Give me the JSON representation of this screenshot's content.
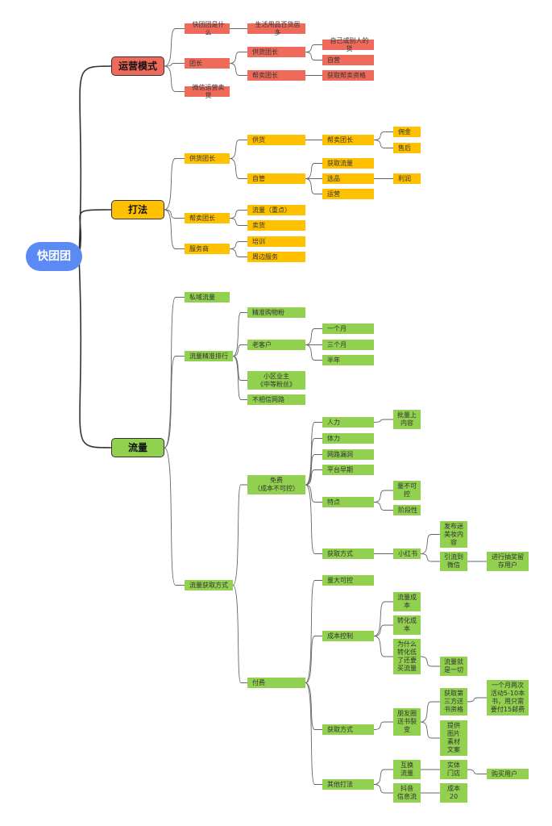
{
  "colors": {
    "root": "#5b8af5",
    "red": "#ef6a5a",
    "orange": "#ffc000",
    "green": "#92d050",
    "line": "#555555"
  },
  "mindmap": {
    "root": "快团团",
    "branches": [
      {
        "label": "运营模式",
        "color": "red",
        "children": [
          {
            "label": "快团团是什么",
            "children": [
              {
                "label": "生活用品百货居多"
              }
            ]
          },
          {
            "label": "团长",
            "children": [
              {
                "label": "供货团长",
                "children": [
                  {
                    "label": "自己或别人的货"
                  },
                  {
                    "label": "自营"
                  }
                ]
              },
              {
                "label": "帮卖团长",
                "children": [
                  {
                    "label": "获取帮卖资格"
                  }
                ]
              }
            ]
          },
          {
            "label": "微信运营卖货"
          }
        ]
      },
      {
        "label": "打法",
        "color": "orange",
        "children": [
          {
            "label": "供货团长",
            "children": [
              {
                "label": "供货",
                "children": [
                  {
                    "label": "帮卖团长",
                    "children": [
                      {
                        "label": "佣金"
                      },
                      {
                        "label": "售后"
                      }
                    ]
                  }
                ]
              },
              {
                "label": "自管",
                "children": [
                  {
                    "label": "获取流量"
                  },
                  {
                    "label": "选品",
                    "children": [
                      {
                        "label": "利润"
                      }
                    ]
                  },
                  {
                    "label": "运营"
                  }
                ]
              }
            ]
          },
          {
            "label": "帮卖团长",
            "children": [
              {
                "label": "流量（重点）"
              },
              {
                "label": "卖货"
              }
            ]
          },
          {
            "label": "服务商",
            "children": [
              {
                "label": "培训"
              },
              {
                "label": "周边服务"
              }
            ]
          }
        ]
      },
      {
        "label": "流量",
        "color": "green",
        "children": [
          {
            "label": "私域流量"
          },
          {
            "label": "流量精准排行",
            "children": [
              {
                "label": "精准购物粉"
              },
              {
                "label": "老客户",
                "children": [
                  {
                    "label": "一个月"
                  },
                  {
                    "label": "三个月"
                  },
                  {
                    "label": "半年"
                  }
                ]
              },
              {
                "label": "小区业主\n《中等粉丝》"
              },
              {
                "label": "不相信网路"
              }
            ]
          },
          {
            "label": "流量获取方式",
            "children": [
              {
                "label": "免费\n（成本不可控）",
                "children": [
                  {
                    "label": "人力",
                    "children": [
                      {
                        "label": "批量上\n内容"
                      }
                    ]
                  },
                  {
                    "label": "体力"
                  },
                  {
                    "label": "网路漏洞"
                  },
                  {
                    "label": "平台早期"
                  },
                  {
                    "label": "特点",
                    "children": [
                      {
                        "label": "量不可\n控"
                      },
                      {
                        "label": "阶段性"
                      }
                    ]
                  },
                  {
                    "label": "获取方式",
                    "children": [
                      {
                        "label": "小红书",
                        "children": [
                          {
                            "label": "发布迷\n美妆内\n容"
                          },
                          {
                            "label": "引流到\n微信",
                            "children": [
                              {
                                "label": "进行抽奖留\n存用户"
                              }
                            ]
                          }
                        ]
                      }
                    ]
                  }
                ]
              },
              {
                "label": "付费",
                "children": [
                  {
                    "label": "量大可控"
                  },
                  {
                    "label": "成本控制",
                    "children": [
                      {
                        "label": "流量成\n本"
                      },
                      {
                        "label": "转化成\n本"
                      },
                      {
                        "label": "为什么\n转化低\n了还要\n买流量",
                        "children": [
                          {
                            "label": "流量就\n是一切"
                          }
                        ]
                      }
                    ]
                  },
                  {
                    "label": "获取方式",
                    "children": [
                      {
                        "label": "朋友圈\n送书裂\n变",
                        "children": [
                          {
                            "label": "获取第\n三方送\n书资格",
                            "children": [
                              {
                                "label": "一个月两次\n活动5-10本\n书，用只需\n要付15邮费"
                              }
                            ]
                          },
                          {
                            "label": "提供\n图片\n素材\n文案"
                          }
                        ]
                      }
                    ]
                  },
                  {
                    "label": "其他打法",
                    "children": [
                      {
                        "label": "互换\n流量",
                        "children": [
                          {
                            "label": "实体\n门店",
                            "children": [
                              {
                                "label": "购买用户"
                              }
                            ]
                          }
                        ]
                      },
                      {
                        "label": "抖音\n信息流",
                        "children": [
                          {
                            "label": "成本\n20"
                          }
                        ]
                      }
                    ]
                  }
                ]
              }
            ]
          }
        ]
      }
    ]
  }
}
